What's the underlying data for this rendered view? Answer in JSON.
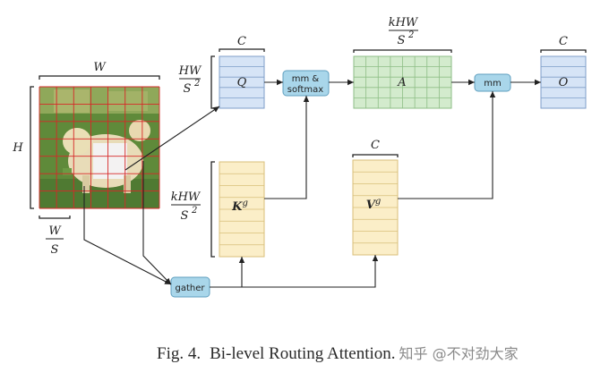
{
  "diagram": {
    "image_labels": {
      "width": "W",
      "height": "H",
      "patch_num": "W",
      "patch_den": "S"
    },
    "query": {
      "label": "Q",
      "width_label": "C",
      "height_num": "HW",
      "height_den": "S",
      "height_den_sup": "2"
    },
    "key": {
      "label": "K",
      "sup": "g",
      "height_num": "kHW",
      "height_den": "S",
      "height_den_sup": "2"
    },
    "value": {
      "label": "V",
      "sup": "g",
      "width_label": "C"
    },
    "attention": {
      "label": "A",
      "width_num": "kHW",
      "width_den": "S",
      "width_den_sup": "2"
    },
    "output": {
      "label": "O",
      "width_label": "C"
    },
    "ops": {
      "mm_softmax_line1": "mm &",
      "mm_softmax_line2": "softmax",
      "mm": "mm",
      "gather": "gather"
    }
  },
  "caption": {
    "fig": "Fig. 4.",
    "title": "Bi-level Routing Attention.",
    "watermark": "知乎 @不对劲大家"
  },
  "colors": {
    "query_fill": "#d6e4f6",
    "query_stroke": "#7f9ec8",
    "key_fill": "#fbeec8",
    "key_stroke": "#d8bf7a",
    "attn_fill": "#d3ebcd",
    "attn_stroke": "#8ebe86",
    "op_fill": "#a9d6ea",
    "op_stroke": "#5f9fbf",
    "grid": "#d62828"
  }
}
